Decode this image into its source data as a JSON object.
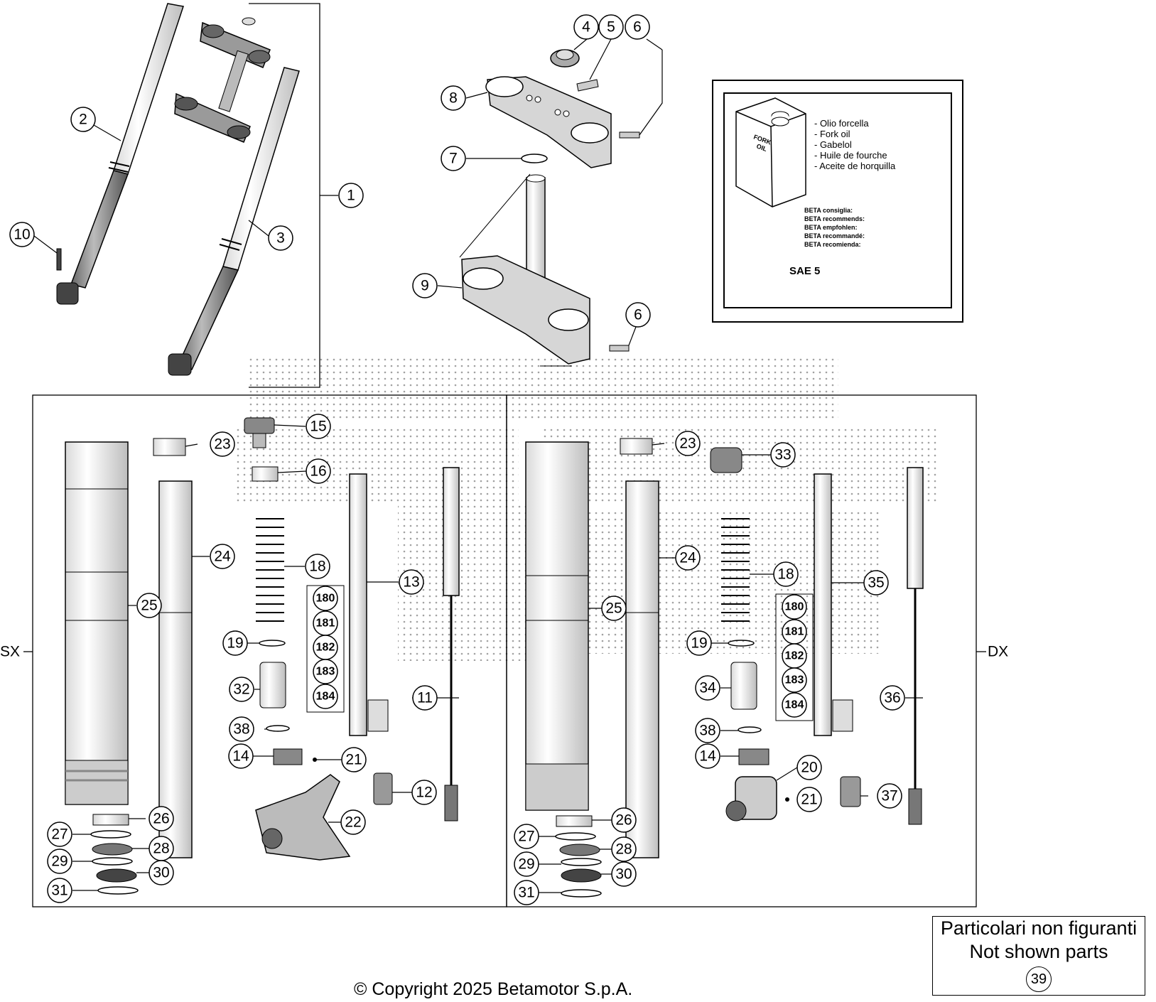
{
  "callouts": {
    "c1": "1",
    "c2": "2",
    "c3": "3",
    "c4": "4",
    "c5": "5",
    "c6a": "6",
    "c6b": "6",
    "c7": "7",
    "c8": "8",
    "c9": "9",
    "c10": "10",
    "l15": "15",
    "l16": "16",
    "l23": "23",
    "l24": "24",
    "l25": "25",
    "l18": "18",
    "l180": "180",
    "l181": "181",
    "l182": "182",
    "l183": "183",
    "l184": "184",
    "l13": "13",
    "l19": "19",
    "l32": "32",
    "l11": "11",
    "l38": "38",
    "l14": "14",
    "l21": "21",
    "l12": "12",
    "l22": "22",
    "l26": "26",
    "l27": "27",
    "l28": "28",
    "l29": "29",
    "l30": "30",
    "l31": "31",
    "r23": "23",
    "r33": "33",
    "r24": "24",
    "r25": "25",
    "r18": "18",
    "r180": "180",
    "r181": "181",
    "r182": "182",
    "r183": "183",
    "r184": "184",
    "r35": "35",
    "r19": "19",
    "r34": "34",
    "r36": "36",
    "r38": "38",
    "r14": "14",
    "r20": "20",
    "r21": "21",
    "r37": "37",
    "r26": "26",
    "r27": "27",
    "r28": "28",
    "r29": "29",
    "r30": "30",
    "r31": "31"
  },
  "side_labels": {
    "left": "SX",
    "right": "DX"
  },
  "oil_box": {
    "can_label_1": "FORK",
    "can_label_2": "OIL",
    "names": [
      "- Olio forcella",
      "- Fork oil",
      "- Gabelol",
      "- Huile de fourche",
      "- Aceite de horquilla"
    ],
    "recommends": [
      "BETA consiglia:",
      "BETA recommends:",
      "BETA empfohlen:",
      "BETA recommandé:",
      "BETA recomienda:"
    ],
    "grade": "SAE 5"
  },
  "not_shown": {
    "line1": "Particolari non figuranti",
    "line2": "Not shown parts",
    "part": "39"
  },
  "copyright": "© Copyright 2025 Betamotor S.p.A."
}
